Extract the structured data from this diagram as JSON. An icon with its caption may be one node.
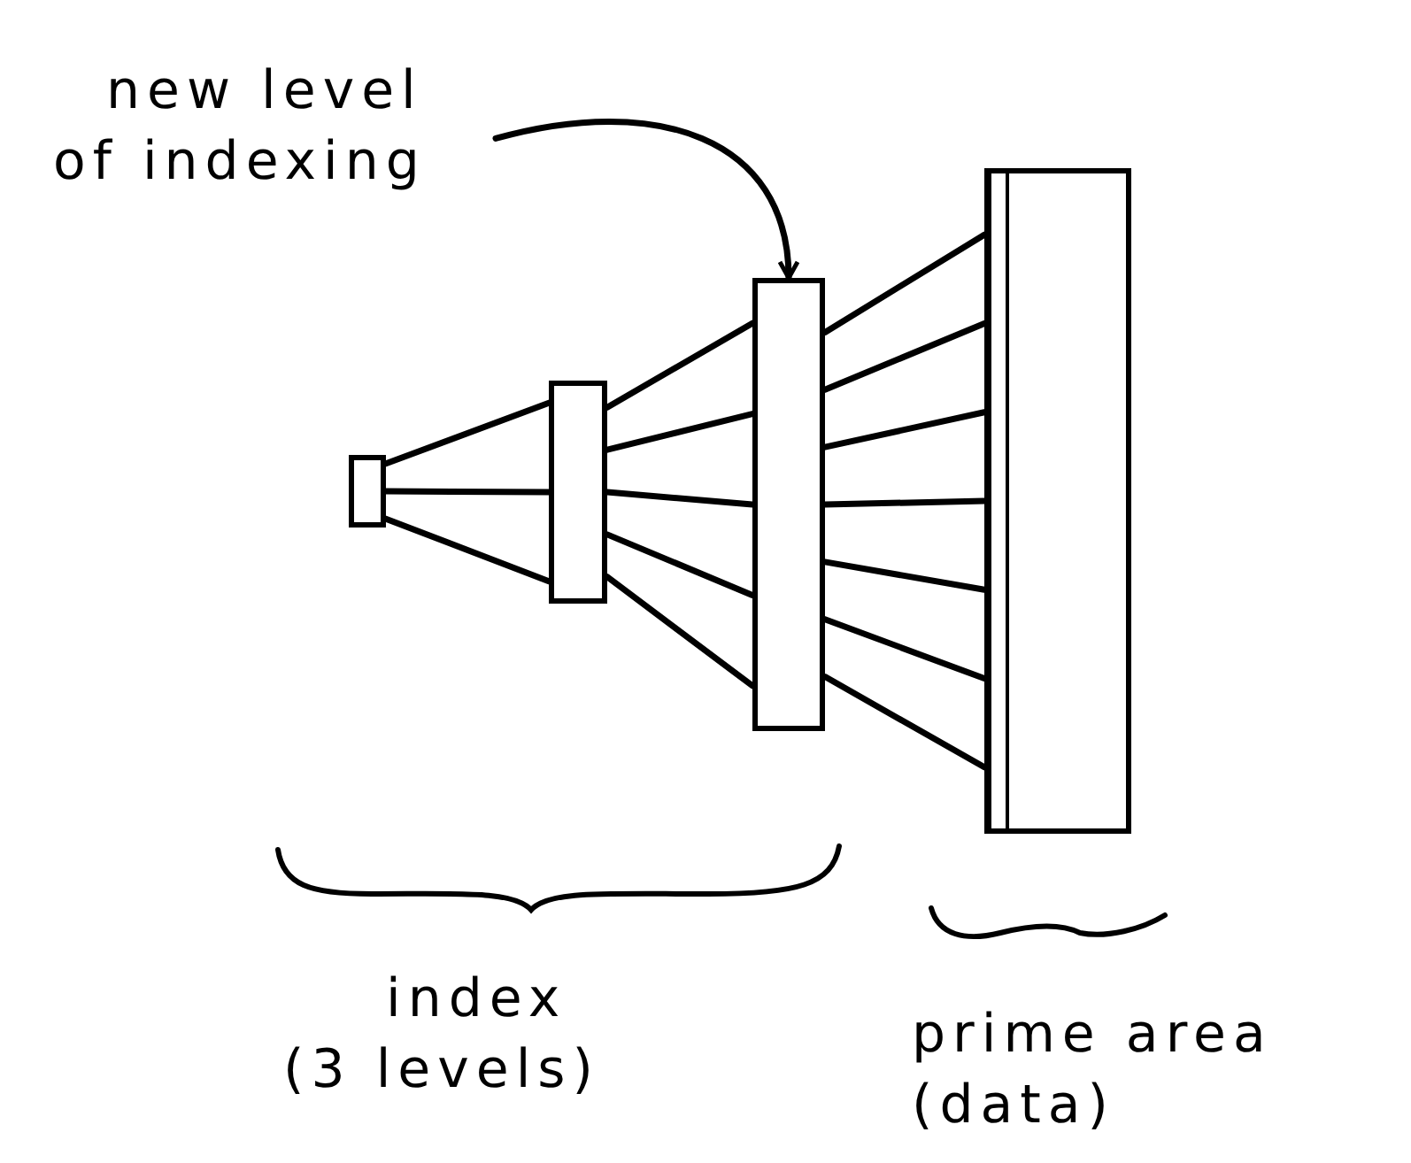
{
  "diagram": {
    "nodes": [
      {
        "text": [
          "new level of indexing"
        ]
      },
      {
        "text": [],
        "shape": "box"
      },
      {
        "text": [],
        "shape": "box"
      },
      {
        "text": [],
        "shape": "box"
      },
      {
        "text": [],
        "shape": "box"
      }
    ],
    "edges": [
      {
        "from": 0,
        "to": 3,
        "arrow": "to"
      },
      {
        "from": 1,
        "to": 2,
        "arrow": "none"
      },
      {
        "from": 1,
        "to": 2,
        "arrow": "none"
      },
      {
        "from": 1,
        "to": 2,
        "arrow": "none"
      },
      {
        "from": 2,
        "to": 3,
        "arrow": "none"
      },
      {
        "from": 2,
        "to": 3,
        "arrow": "none"
      },
      {
        "from": 2,
        "to": 3,
        "arrow": "none"
      },
      {
        "from": 2,
        "to": 3,
        "arrow": "none"
      },
      {
        "from": 2,
        "to": 3,
        "arrow": "none"
      },
      {
        "from": 3,
        "to": 4,
        "arrow": "none"
      },
      {
        "from": 3,
        "to": 4,
        "arrow": "none"
      },
      {
        "from": 3,
        "to": 4,
        "arrow": "none"
      },
      {
        "from": 3,
        "to": 4,
        "arrow": "none"
      },
      {
        "from": 3,
        "to": 4,
        "arrow": "none"
      },
      {
        "from": 3,
        "to": 4,
        "arrow": "none"
      },
      {
        "from": 3,
        "to": 4,
        "arrow": "none"
      }
    ],
    "labels": [
      "index (3 levels)",
      "prime area (data)"
    ]
  }
}
